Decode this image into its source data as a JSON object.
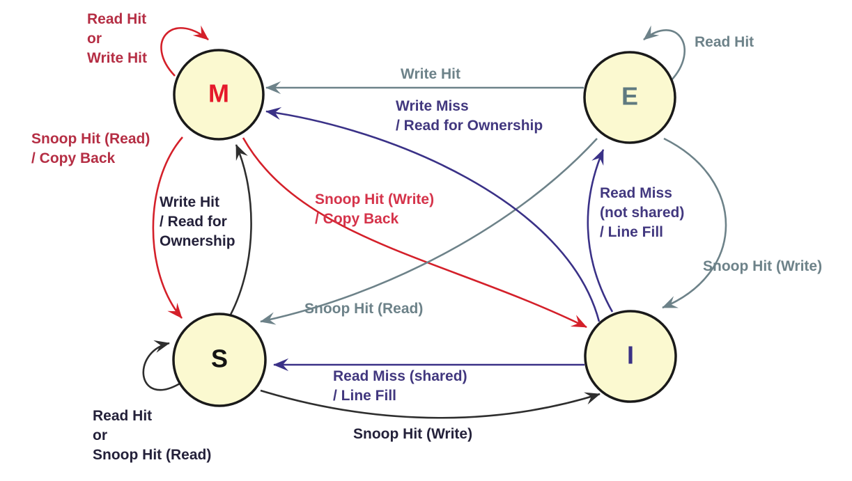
{
  "diagram": {
    "kind": "state-transition-diagram",
    "background": "#FFFFFF"
  },
  "colors": {
    "node_fill": "#FBF9D0",
    "node_stroke": "#1A1A1A",
    "edge_m": "#D4202A",
    "edge_e": "#6D8289",
    "edge_s": "#2E2E2E",
    "edge_i": "#3A3187",
    "letter_m": "#E51A2B",
    "letter_e": "#5F7A80",
    "letter_s": "#141414",
    "letter_i": "#3A3185",
    "text_m_dark": "#B52E44",
    "text_m_bright": "#D5334A",
    "text_e": "#6D8289",
    "text_s": "#24213A",
    "text_i": "#42387F"
  },
  "nodes": {
    "m": "M",
    "e": "E",
    "s": "S",
    "i": "I"
  },
  "labels": {
    "m_self": {
      "lines": [
        "Read Hit",
        "or",
        "Write Hit"
      ]
    },
    "e_self": {
      "lines": [
        "Read Hit"
      ]
    },
    "e_to_m": {
      "lines": [
        "Write Hit"
      ]
    },
    "i_to_m": {
      "lines": [
        "Write Miss",
        "/ Read for Ownership"
      ]
    },
    "m_to_s": {
      "lines": [
        "Snoop Hit (Read)",
        "/ Copy Back"
      ]
    },
    "s_to_m": {
      "lines": [
        "Write Hit",
        "/ Read for",
        "Ownership"
      ]
    },
    "m_to_i": {
      "lines": [
        "Snoop Hit (Write)",
        "/ Copy Back"
      ]
    },
    "i_to_e": {
      "lines": [
        "Read Miss",
        "(not shared)",
        "/ Line Fill"
      ]
    },
    "e_to_s": {
      "lines": [
        "Snoop Hit (Read)"
      ]
    },
    "e_to_i": {
      "lines": [
        "Snoop Hit (Write)"
      ]
    },
    "s_self": {
      "lines": [
        "Read Hit",
        "or",
        "Snoop Hit (Read)"
      ]
    },
    "i_to_s": {
      "lines": [
        "Read Miss (shared)",
        "/ Line Fill"
      ]
    },
    "s_to_i": {
      "lines": [
        "Snoop Hit (Write)"
      ]
    }
  }
}
